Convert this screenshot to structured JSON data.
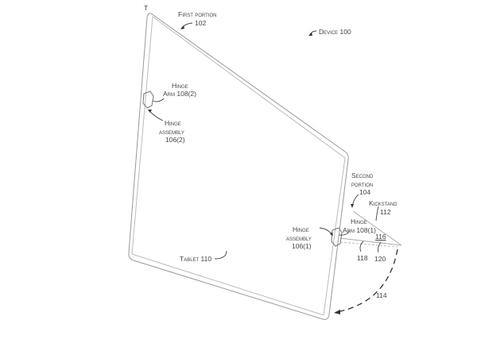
{
  "figure": {
    "marker_t": "T",
    "labels": {
      "first_portion": "First portion",
      "first_portion_num": "102",
      "device": "Device 100",
      "hinge_arm_2_a": "Hinge",
      "hinge_arm_2_b": "Arm 108(2)",
      "hinge_assembly_2_a": "Hinge",
      "hinge_assembly_2_b": "assembly",
      "hinge_assembly_2_c": "106(2)",
      "second_portion_a": "Second",
      "second_portion_b": "portion",
      "second_portion_c": "104",
      "kickstand": "Kickstand",
      "kickstand_num": "112",
      "hinge_arm_1_a": "Hinge",
      "hinge_arm_1_b": "Arm 108(1)",
      "hinge_assembly_1_a": "Hinge",
      "hinge_assembly_1_b": "assembly",
      "hinge_assembly_1_c": "106(1)",
      "n116": "116",
      "n118": "118",
      "n120": "120",
      "n114": "114",
      "tablet": "Tablet 110"
    }
  }
}
